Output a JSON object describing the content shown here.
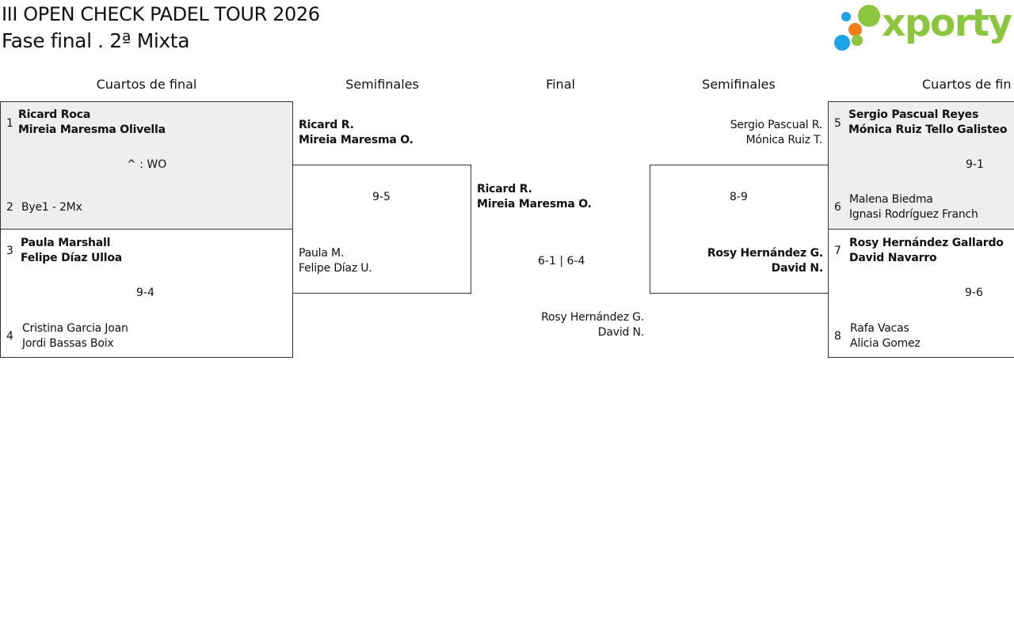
{
  "header": {
    "title": "III OPEN CHECK PADEL TOUR 2026",
    "subtitle": "Fase final . 2ª Mixta",
    "logo_text": "xporty",
    "logo_colors": {
      "blue": "#1aa3e8",
      "orange": "#ef7d1a",
      "green": "#8cc63f"
    }
  },
  "rounds": {
    "left_quarters": "Cuartos de final",
    "left_semis": "Semifinales",
    "final": "Final",
    "right_semis": "Semifinales",
    "right_quarters": "Cuartos de fin"
  },
  "left_quarters": {
    "match1": {
      "seed_top": "1",
      "top": [
        "Ricard Roca",
        "Mireia Maresma Olivella"
      ],
      "score": "^ : WO",
      "seed_bottom": "2",
      "bottom": [
        "Bye1 - 2Mx"
      ]
    },
    "match2": {
      "seed_top": "3",
      "top": [
        "Paula Marshall",
        "Felipe Díaz Ulloa"
      ],
      "score": "9-4",
      "seed_bottom": "4",
      "bottom": [
        "Cristina Garcia Joan",
        "Jordi Bassas Boix"
      ]
    }
  },
  "left_semis": {
    "top": [
      "Ricard R.",
      "Mireia Maresma O."
    ],
    "score": "9-5",
    "bottom": [
      "Paula M.",
      "Felipe Díaz U."
    ]
  },
  "final": {
    "top": [
      "Ricard R.",
      "Mireia Maresma O."
    ],
    "score": "6-1 | 6-4",
    "bottom": [
      "Rosy Hernández G.",
      "David N."
    ]
  },
  "right_semis": {
    "top": [
      "Sergio Pascual R.",
      "Mónica Ruiz T."
    ],
    "score": "8-9",
    "bottom": [
      "Rosy Hernández G.",
      "David N."
    ]
  },
  "right_quarters": {
    "match1": {
      "seed_top": "5",
      "top": [
        "Sergio Pascual Reyes",
        "Mónica Ruiz Tello Galisteo"
      ],
      "score": "9-1",
      "seed_bottom": "6",
      "bottom": [
        "Malena Biedma",
        "Ignasi Rodríguez Franch"
      ]
    },
    "match2": {
      "seed_top": "7",
      "top": [
        "Rosy Hernández Gallardo",
        "David Navarro"
      ],
      "score": "9-6",
      "seed_bottom": "8",
      "bottom": [
        "Rafa Vacas",
        "Alicia Gomez"
      ]
    }
  }
}
